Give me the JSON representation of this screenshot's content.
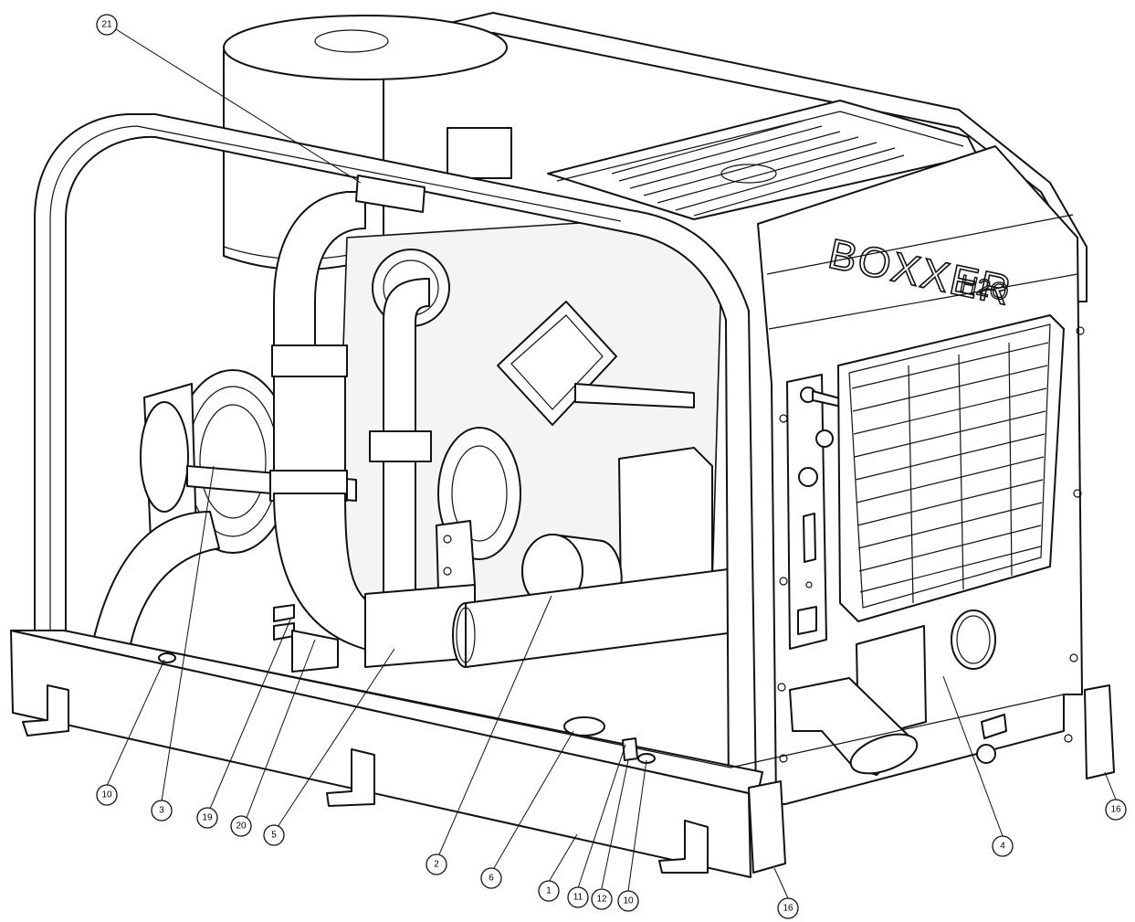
{
  "diagram": {
    "brand_logo": {
      "main": "BOXXER",
      "sub": "H2O"
    },
    "callouts": [
      {
        "id": "callout-21",
        "label": "21"
      },
      {
        "id": "callout-10a",
        "label": "10"
      },
      {
        "id": "callout-3",
        "label": "3"
      },
      {
        "id": "callout-19",
        "label": "19"
      },
      {
        "id": "callout-20",
        "label": "20"
      },
      {
        "id": "callout-5",
        "label": "5"
      },
      {
        "id": "callout-2",
        "label": "2"
      },
      {
        "id": "callout-6",
        "label": "6"
      },
      {
        "id": "callout-1",
        "label": "1"
      },
      {
        "id": "callout-11",
        "label": "11"
      },
      {
        "id": "callout-12",
        "label": "12"
      },
      {
        "id": "callout-10b",
        "label": "10"
      },
      {
        "id": "callout-16a",
        "label": "16"
      },
      {
        "id": "callout-4",
        "label": "4"
      },
      {
        "id": "callout-16b",
        "label": "16"
      }
    ],
    "colors": {
      "line": "#111111",
      "background": "#ffffff"
    }
  }
}
